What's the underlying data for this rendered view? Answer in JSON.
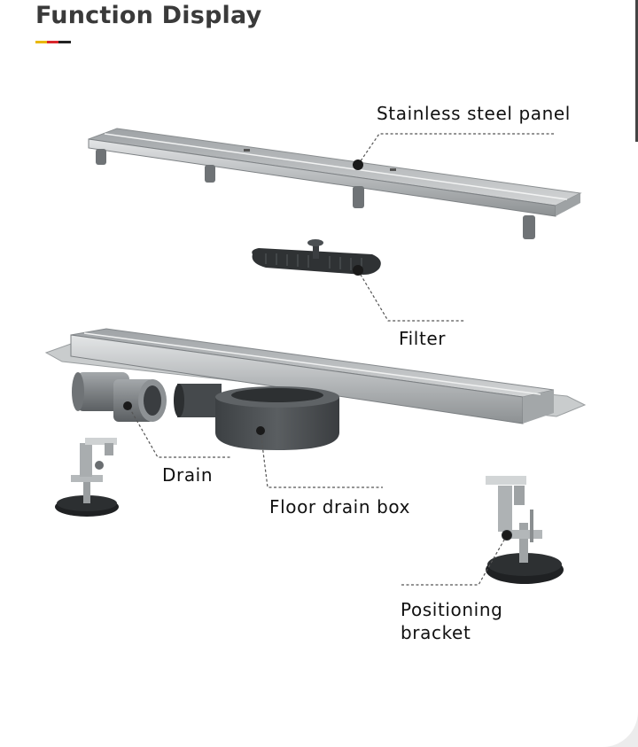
{
  "header": {
    "title": "Function Display",
    "accent_colors": [
      "#e8b800",
      "#d9262b",
      "#222222"
    ]
  },
  "labels": {
    "panel": "Stainless steel panel",
    "filter": "Filter",
    "drain": "Drain",
    "floor_box": "Floor drain box",
    "bracket_line1": "Positioning",
    "bracket_line2": "bracket"
  },
  "colors": {
    "steel": "#b9bcbe",
    "dark_part": "#3a3d40",
    "pipe_gray": "#7e8285"
  }
}
